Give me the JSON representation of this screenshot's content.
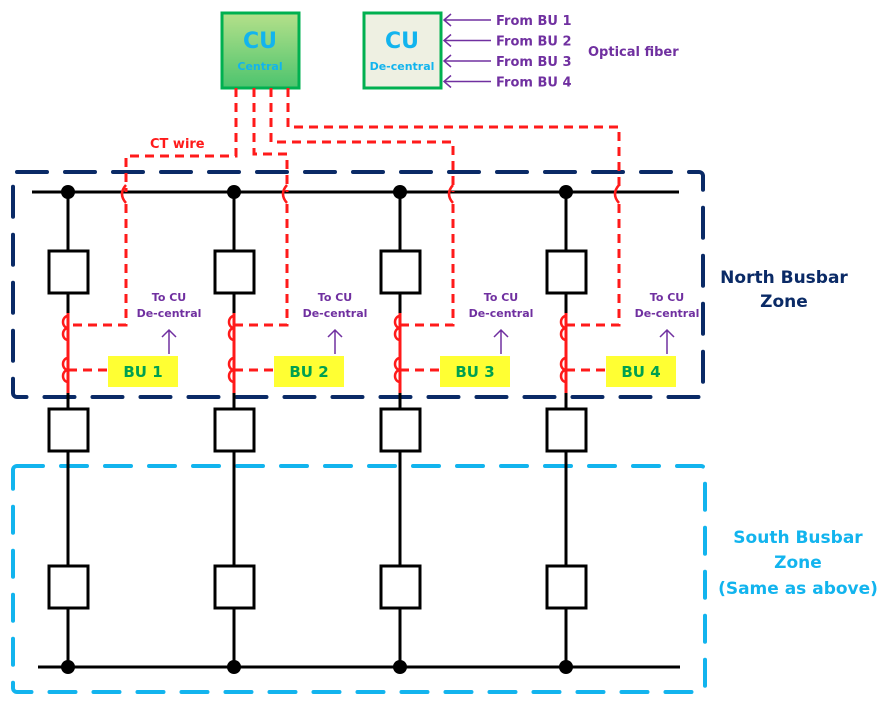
{
  "cu_central": {
    "title": "CU",
    "subtitle": "Central"
  },
  "cu_decentral": {
    "title": "CU",
    "subtitle": "De-central"
  },
  "fiber_inputs": [
    "From BU 1",
    "From BU 2",
    "From BU 3",
    "From BU 4"
  ],
  "fiber_label": "Optical fiber",
  "ct_wire_label": "CT wire",
  "bays": [
    {
      "bu_label": "BU 1",
      "to_cu_line1": "To CU",
      "to_cu_line2": "De-central"
    },
    {
      "bu_label": "BU 2",
      "to_cu_line1": "To CU",
      "to_cu_line2": "De-central"
    },
    {
      "bu_label": "BU 3",
      "to_cu_line1": "To CU",
      "to_cu_line2": "De-central"
    },
    {
      "bu_label": "BU 4",
      "to_cu_line1": "To CU",
      "to_cu_line2": "De-central"
    }
  ],
  "north_zone": {
    "line1": "North Busbar",
    "line2": "Zone"
  },
  "south_zone": {
    "line1": "South Busbar",
    "line2": "Zone",
    "line3": "(Same as above)"
  },
  "colors": {
    "ct_wire": "#ff1a1a",
    "north_zone": "#0a2a66",
    "south_zone": "#12b4ee",
    "fiber": "#7030a0",
    "bu_fill": "#ffff33",
    "bu_text": "#00a050",
    "cu_border": "#00b050",
    "cu_text": "#12b4ee"
  }
}
